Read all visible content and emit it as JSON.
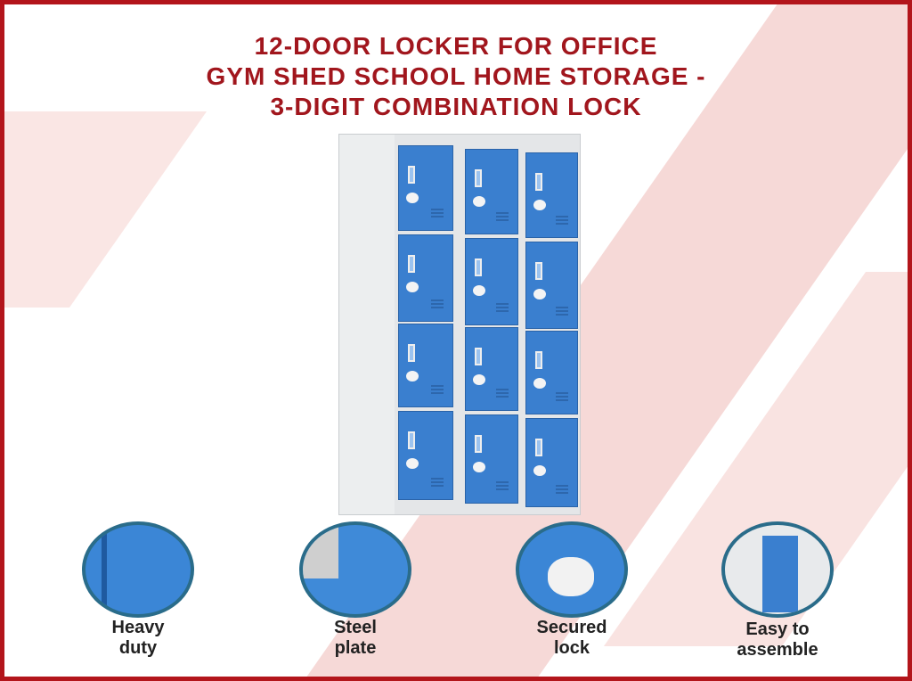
{
  "title": {
    "line1": "12-DOOR LOCKER FOR OFFICE",
    "line2": "GYM SHED SCHOOL HOME STORAGE -",
    "line3": "3-DIGIT COMBINATION LOCK"
  },
  "features": [
    {
      "line1": "Heavy",
      "line2": "duty"
    },
    {
      "line1": "Steel",
      "line2": "plate"
    },
    {
      "line1": "Secured",
      "line2": "lock"
    },
    {
      "line1": "Easy to",
      "line2": "assemble"
    }
  ],
  "colors": {
    "accent": "#b3151b",
    "door": "#3a7fcf"
  }
}
